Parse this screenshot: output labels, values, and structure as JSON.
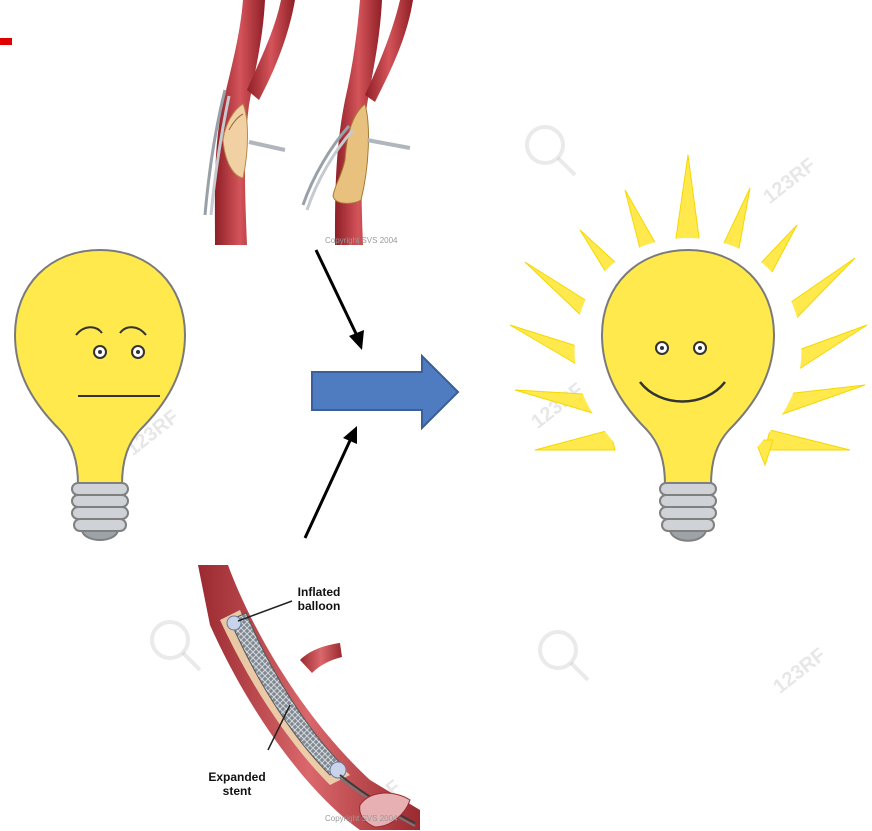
{
  "surgery_figure": {
    "copyright": "Copyright SVS 2004"
  },
  "stent_figure": {
    "label_balloon": [
      "Inflated",
      "balloon"
    ],
    "label_stent": [
      "Expanded",
      "stent"
    ],
    "copyright": "Copyright SVS 2004"
  },
  "watermark": "123RF",
  "colors": {
    "accent_red": "#e00000",
    "arrow_blue": "#4f7cc0",
    "bulb_yellow": "#ffe94d",
    "artery_red": "#b3353a"
  }
}
